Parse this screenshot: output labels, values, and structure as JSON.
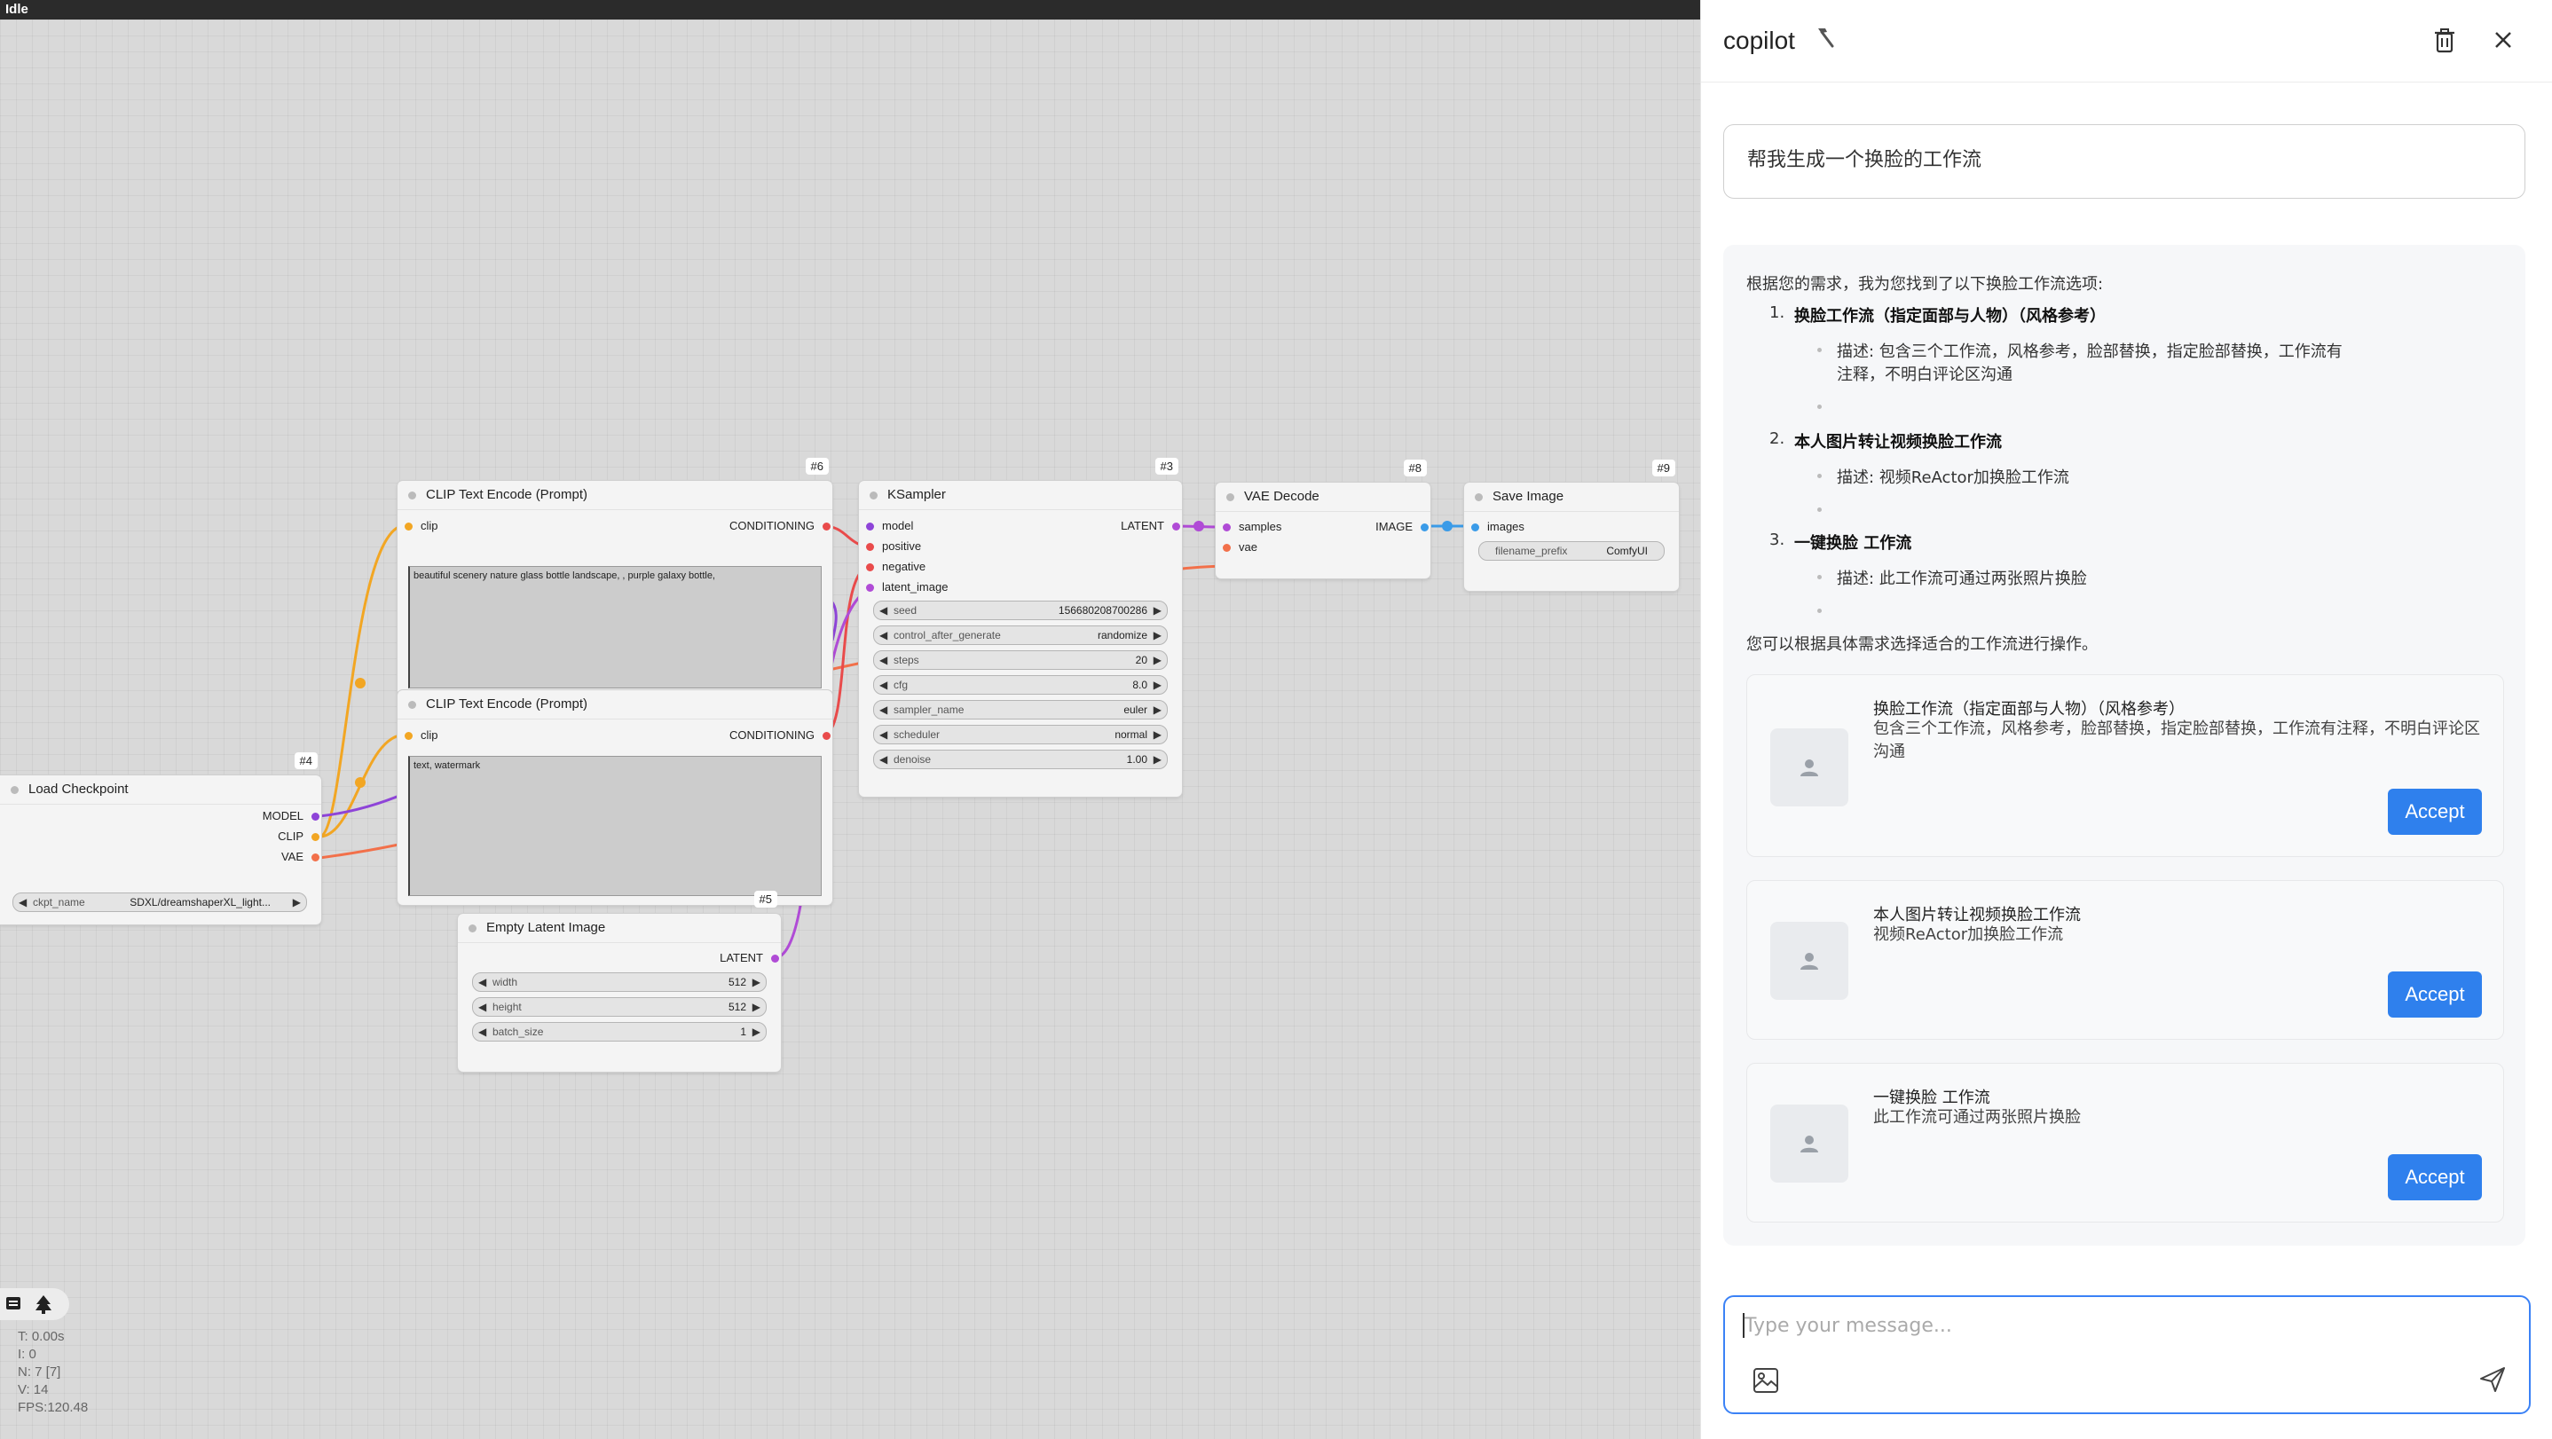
{
  "status_bar": {
    "text": "Idle"
  },
  "graph": {
    "nodes": {
      "clip_pos": {
        "id": "#6",
        "title": "CLIP Text Encode (Prompt)",
        "input": "clip",
        "output": "CONDITIONING",
        "text": "beautiful scenery nature glass bottle landscape, , purple galaxy bottle,"
      },
      "clip_neg": {
        "title": "CLIP Text Encode (Prompt)",
        "input": "clip",
        "output": "CONDITIONING",
        "text": "text, watermark"
      },
      "ksampler": {
        "id": "#3",
        "title": "KSampler",
        "output": "LATENT",
        "inputs": [
          "model",
          "positive",
          "negative",
          "latent_image"
        ],
        "widgets": [
          {
            "label": "seed",
            "value": "156680208700286"
          },
          {
            "label": "control_after_generate",
            "value": "randomize"
          },
          {
            "label": "steps",
            "value": "20"
          },
          {
            "label": "cfg",
            "value": "8.0"
          },
          {
            "label": "sampler_name",
            "value": "euler"
          },
          {
            "label": "scheduler",
            "value": "normal"
          },
          {
            "label": "denoise",
            "value": "1.00"
          }
        ]
      },
      "vae_decode": {
        "id": "#8",
        "title": "VAE Decode",
        "inputs": [
          "samples",
          "vae"
        ],
        "output": "IMAGE"
      },
      "save_image": {
        "id": "#9",
        "title": "Save Image",
        "input": "images",
        "widget": {
          "label": "filename_prefix",
          "value": "ComfyUI"
        }
      },
      "load_checkpoint": {
        "id": "#4",
        "title": "Load Checkpoint",
        "outputs": [
          "MODEL",
          "CLIP",
          "VAE"
        ],
        "widget": {
          "label": "ckpt_name",
          "value": "SDXL/dreamshaperXL_light..."
        }
      },
      "empty_latent": {
        "id": "#5",
        "title": "Empty Latent Image",
        "output": "LATENT",
        "widgets": [
          {
            "label": "width",
            "value": "512"
          },
          {
            "label": "height",
            "value": "512"
          },
          {
            "label": "batch_size",
            "value": "1"
          }
        ]
      }
    },
    "stats": {
      "t": "T: 0.00s",
      "i": "I: 0",
      "n": "N: 7 [7]",
      "v": "V: 14",
      "fps": "FPS:120.48"
    }
  },
  "copilot": {
    "title": "copilot",
    "user_message": "帮我生成一个换脸的工作流",
    "response": {
      "intro": "根据您的需求，我为您找到了以下换脸工作流选项:",
      "items": [
        {
          "num": "1.",
          "title": "换脸工作流（指定面部与人物）（风格参考）",
          "desc_line1": "描述: 包含三个工作流，风格参考，脸部替换，指定脸部替换，工作流有",
          "desc_line2": "注释，不明白评论区沟通"
        },
        {
          "num": "2.",
          "title": "本人图片转让视频换脸工作流",
          "desc_line1": "描述: 视频ReActor加换脸工作流"
        },
        {
          "num": "3.",
          "title": "一键换脸 工作流",
          "desc_line1": "描述: 此工作流可通过两张照片换脸"
        }
      ],
      "outro": "您可以根据具体需求选择适合的工作流进行操作。"
    },
    "cards": [
      {
        "title": "换脸工作流（指定面部与人物）（风格参考）",
        "desc": "包含三个工作流，风格参考，脸部替换，指定脸部替换，工作流有注释，不明白评论区沟通",
        "button": "Accept"
      },
      {
        "title": "本人图片转让视频换脸工作流",
        "desc": "视频ReActor加换脸工作流",
        "button": "Accept"
      },
      {
        "title": "一键换脸 工作流",
        "desc": "此工作流可通过两张照片换脸",
        "button": "Accept"
      }
    ],
    "input": {
      "placeholder": "Type your message..."
    }
  },
  "colors": {
    "accent": "#2f80ed",
    "model": "#8e44d8",
    "clip": "#f2a623",
    "vae": "#f2704a",
    "conditioning": "#e94b4b",
    "latent": "#b04bd6",
    "image": "#3a9be8"
  }
}
